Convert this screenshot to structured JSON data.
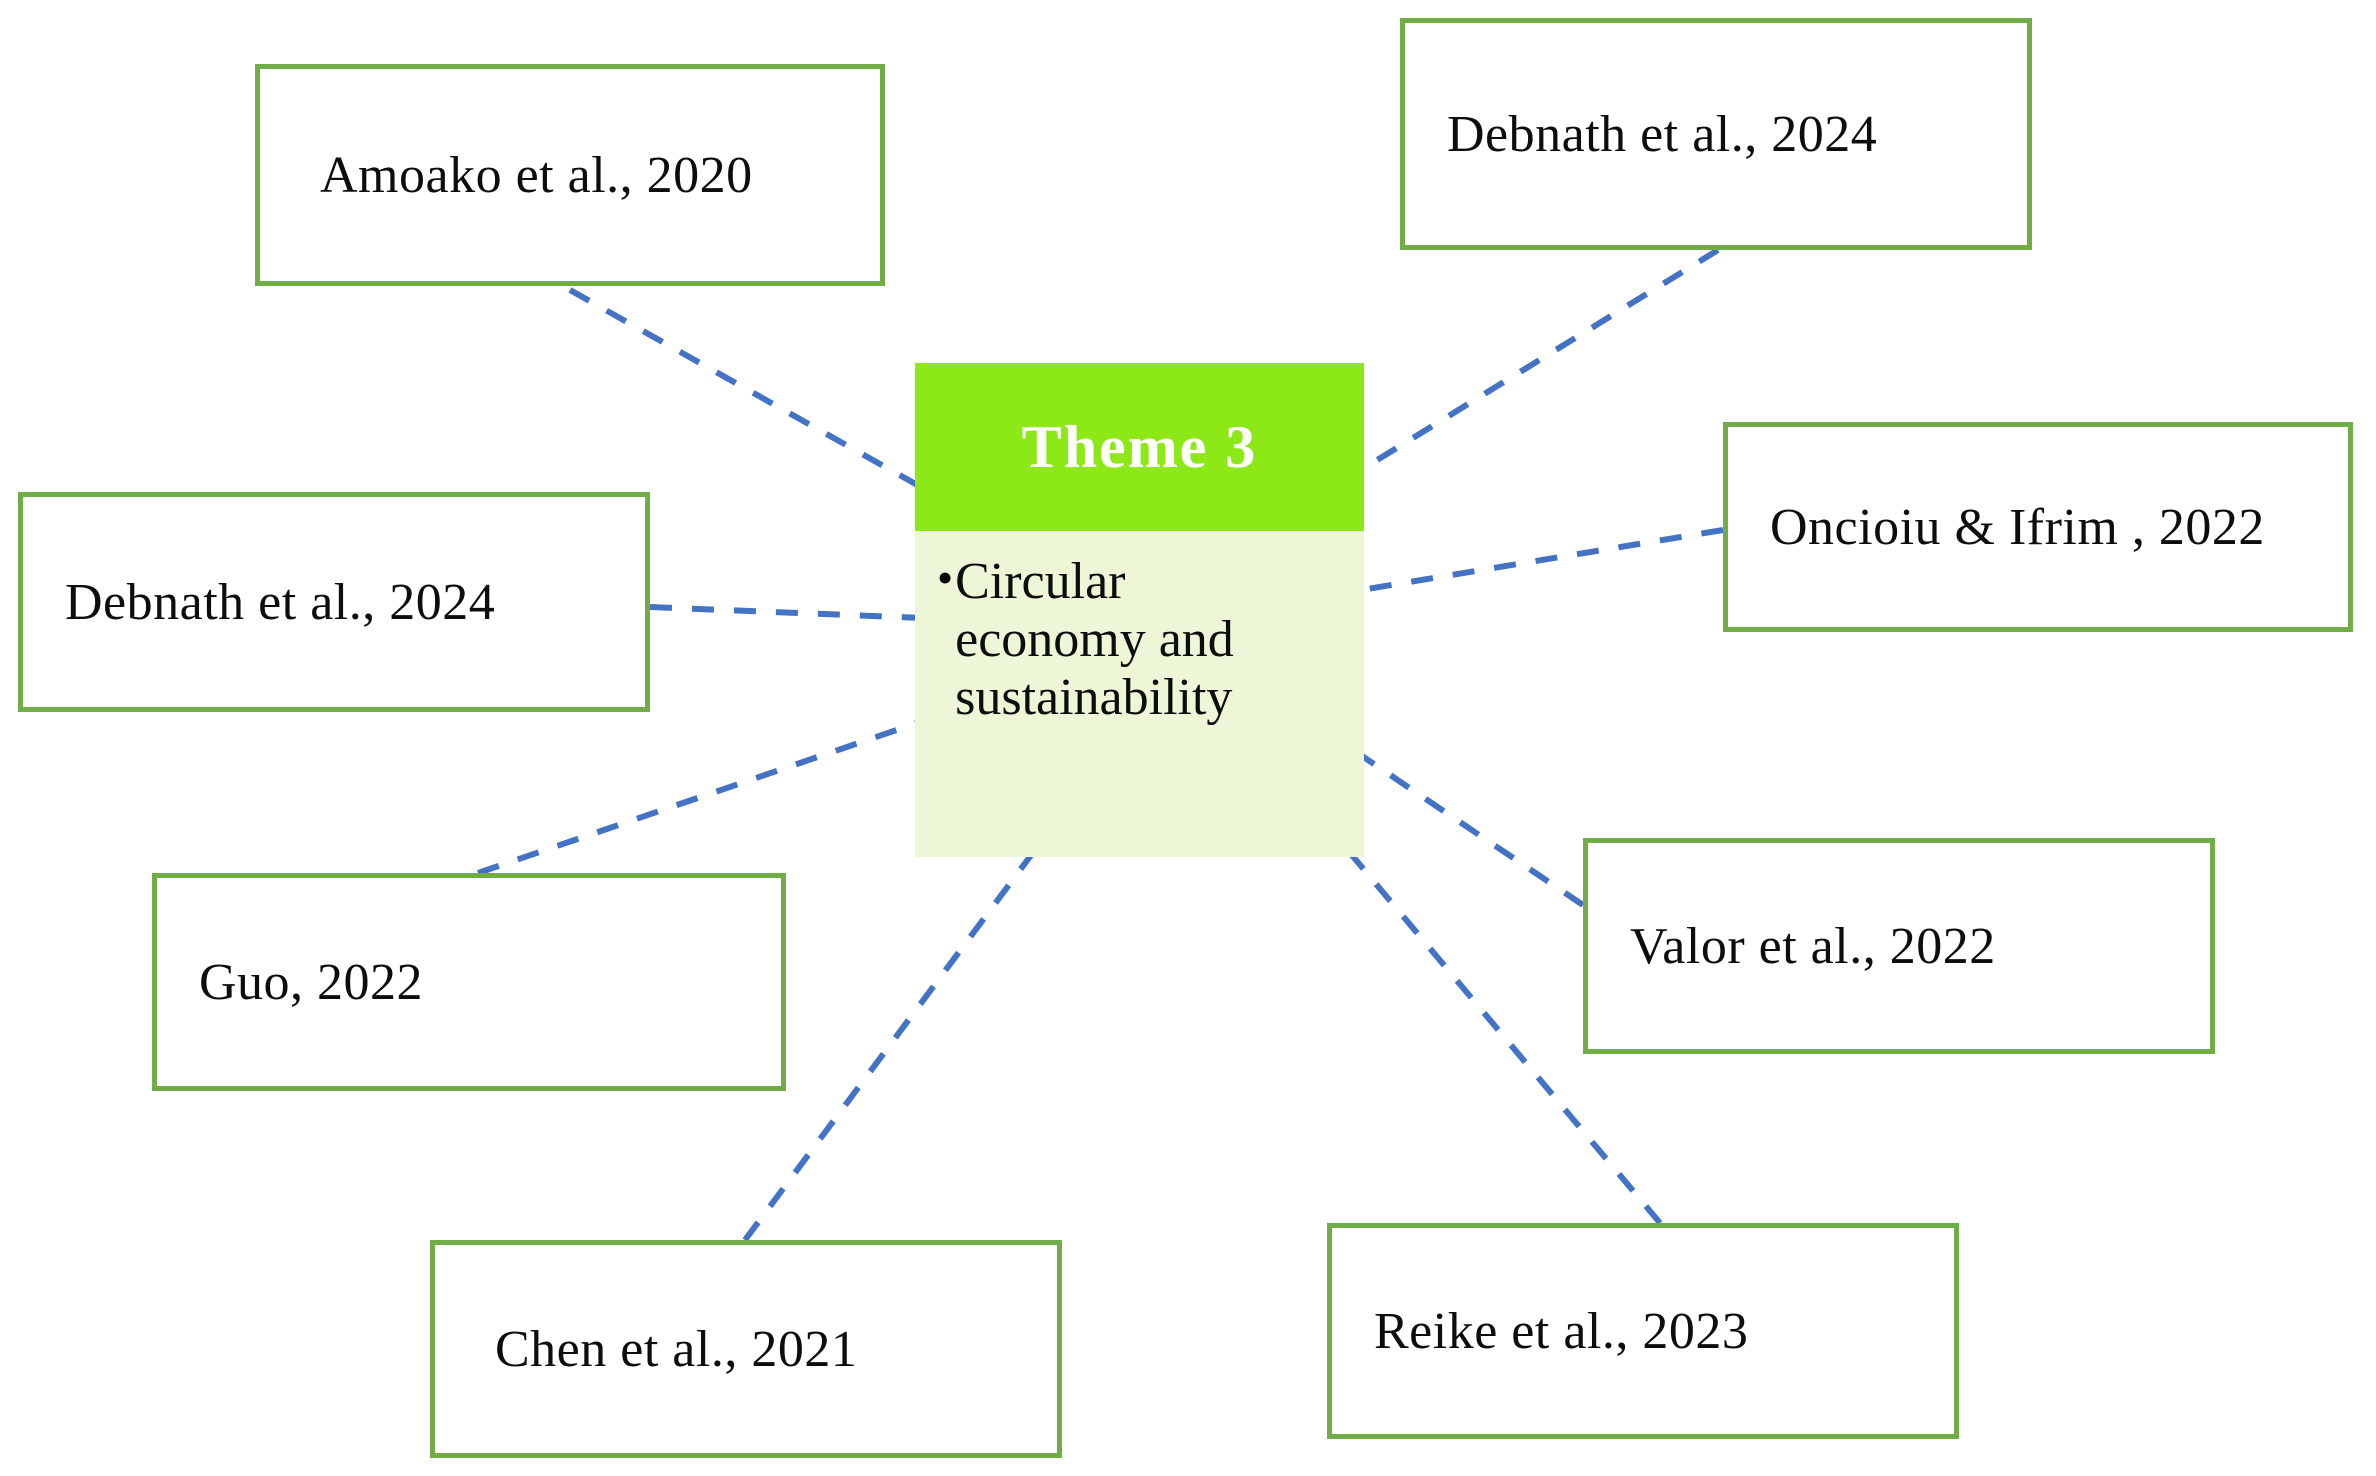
{
  "diagram": {
    "title": "Theme 3 thematic mind map",
    "type": "mind-map",
    "colors": {
      "header_green": "#8CE817",
      "body_green": "#EDF6D6",
      "box_border_green": "#70AD47",
      "connector_blue": "#4472C4",
      "text_black": "#0D0D0D",
      "header_text": "#FFFFFF",
      "background": "#FFFFFF"
    }
  },
  "center": {
    "header_label": "Theme 3",
    "bullet_glyph": "•",
    "bullet_text": "Circular economy and sustainability"
  },
  "nodes": [
    {
      "id": "amoako-2020",
      "label": "Amoako et al., 2020",
      "position": "top-left"
    },
    {
      "id": "debnath-2024-top",
      "label": "Debnath et al., 2024",
      "position": "top-right"
    },
    {
      "id": "oncioiu-ifrim-2022",
      "label": "Oncioiu & Ifrim , 2022",
      "position": "right-upper"
    },
    {
      "id": "debnath-2024-left",
      "label": "Debnath et al., 2024",
      "position": "left-middle"
    },
    {
      "id": "guo-2022",
      "label": "Guo, 2022",
      "position": "left-lower"
    },
    {
      "id": "valor-2022",
      "label": "Valor et al., 2022",
      "position": "right-lower"
    },
    {
      "id": "chen-2021",
      "label": "Chen et al., 2021",
      "position": "bottom-left"
    },
    {
      "id": "reike-2023",
      "label": "Reike et al., 2023",
      "position": "bottom-right"
    }
  ],
  "connectors": [
    {
      "from": "amoako-2020",
      "to": "center",
      "style": "dashed",
      "color": "#4472C4"
    },
    {
      "from": "debnath-2024-top",
      "to": "center",
      "style": "dashed",
      "color": "#4472C4"
    },
    {
      "from": "oncioiu-ifrim-2022",
      "to": "center",
      "style": "dashed",
      "color": "#4472C4"
    },
    {
      "from": "debnath-2024-left",
      "to": "center",
      "style": "dashed",
      "color": "#4472C4"
    },
    {
      "from": "guo-2022",
      "to": "center",
      "style": "dashed",
      "color": "#4472C4"
    },
    {
      "from": "valor-2022",
      "to": "center",
      "style": "dashed",
      "color": "#4472C4"
    },
    {
      "from": "chen-2021",
      "to": "center",
      "style": "dashed",
      "color": "#4472C4"
    },
    {
      "from": "reike-2023",
      "to": "center",
      "style": "dashed",
      "color": "#4472C4"
    }
  ]
}
